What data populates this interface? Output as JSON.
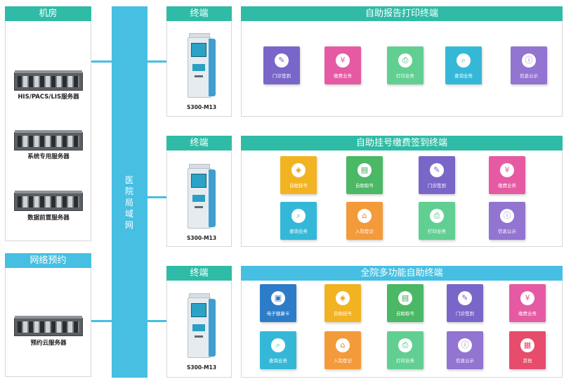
{
  "room": {
    "title": "机房",
    "servers": [
      {
        "label": "HIS/PACS/LIS服务器"
      },
      {
        "label": "系统专用服务器"
      },
      {
        "label": "数据前置服务器"
      }
    ]
  },
  "booking": {
    "title": "网络预约",
    "server": {
      "label": "预约云服务器"
    }
  },
  "backbone": {
    "label": "医院局域网"
  },
  "terminals": [
    {
      "title": "终端",
      "model": "S300-M13"
    },
    {
      "title": "终端",
      "model": "S300-M13"
    },
    {
      "title": "终端",
      "model": "S300-M13"
    }
  ],
  "groups": [
    {
      "title": "自助报告打印终端",
      "tiles": [
        {
          "label": "门诊签到",
          "icon": "edit-icon",
          "color": "purple"
        },
        {
          "label": "缴费业务",
          "icon": "payment-icon",
          "color": "pink"
        },
        {
          "label": "打印业务",
          "icon": "printer-icon",
          "color": "lgreen"
        },
        {
          "label": "查询业务",
          "icon": "search-doc-icon",
          "color": "cyan"
        },
        {
          "label": "信息公示",
          "icon": "info-board-icon",
          "color": "violet"
        }
      ]
    },
    {
      "title": "自助挂号缴费签到终端",
      "tiles": [
        {
          "label": "自助挂号",
          "icon": "tag-icon",
          "color": "yellow"
        },
        {
          "label": "自助取号",
          "icon": "ticket-icon",
          "color": "green"
        },
        {
          "label": "门诊签到",
          "icon": "edit-icon",
          "color": "purple"
        },
        {
          "label": "缴费业务",
          "icon": "payment-icon",
          "color": "pink"
        },
        {
          "label": "查询业务",
          "icon": "search-doc-icon",
          "color": "cyan"
        },
        {
          "label": "入院登记",
          "icon": "home-icon",
          "color": "orange"
        },
        {
          "label": "打印业务",
          "icon": "printer-icon",
          "color": "lgreen"
        },
        {
          "label": "信息公示",
          "icon": "info-board-icon",
          "color": "violet"
        }
      ]
    },
    {
      "title": "全院多功能自助终端",
      "tiles": [
        {
          "label": "电子健康卡",
          "icon": "card-icon",
          "color": "navy"
        },
        {
          "label": "自助挂号",
          "icon": "tag-icon",
          "color": "yellow"
        },
        {
          "label": "自助取号",
          "icon": "ticket-icon",
          "color": "green"
        },
        {
          "label": "门诊签到",
          "icon": "edit-icon",
          "color": "purple"
        },
        {
          "label": "缴费业务",
          "icon": "payment-icon",
          "color": "pink"
        },
        {
          "label": "查询业务",
          "icon": "search-doc-icon",
          "color": "cyan"
        },
        {
          "label": "入院登记",
          "icon": "home-icon",
          "color": "orange"
        },
        {
          "label": "打印业务",
          "icon": "printer-icon",
          "color": "lgreen"
        },
        {
          "label": "信息公示",
          "icon": "info-board-icon",
          "color": "violet"
        },
        {
          "label": "其他",
          "icon": "grid-icon",
          "color": "red"
        }
      ]
    }
  ]
}
